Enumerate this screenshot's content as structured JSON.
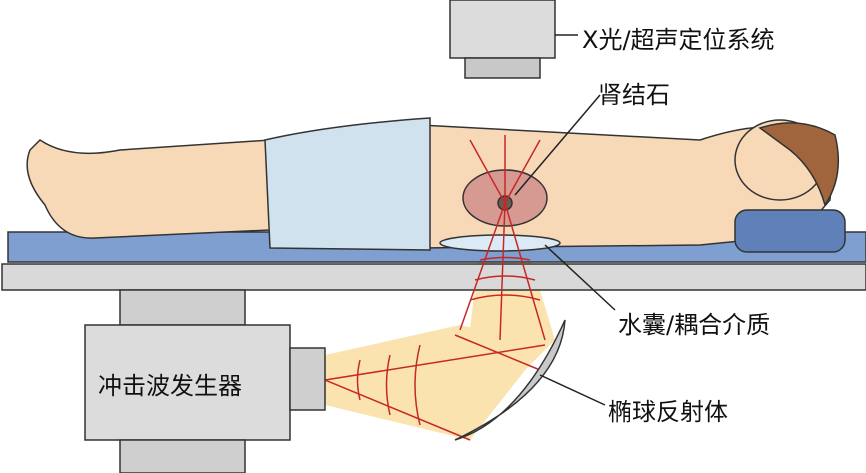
{
  "labels": {
    "xray_system": "X光/超声定位系统",
    "kidney_stone": "肾结石",
    "water_bag": "水囊/耦合介质",
    "shockwave_generator": "冲击波发生器",
    "ellipsoid_reflector": "椭球反射体"
  },
  "colors": {
    "skin": "#f7d9b8",
    "towel": "#cfe2ee",
    "table": "#7f9fd0",
    "rail": "#d9d9d9",
    "device": "#dcdcdc",
    "wave": "#c62828",
    "beam": "#fbe3b0"
  }
}
